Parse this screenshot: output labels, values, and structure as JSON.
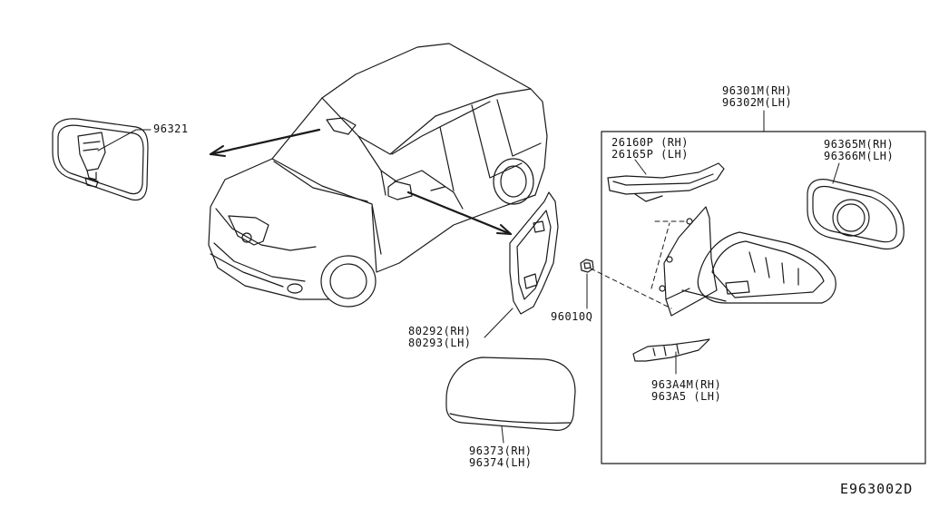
{
  "colors": {
    "line": "#1a1a1a",
    "background": "#ffffff"
  },
  "parts": {
    "rear_view_mirror": {
      "number": "96321"
    },
    "mirror_assembly": {
      "rh": "96301M(RH)",
      "lh": "96302M(LH)"
    },
    "turn_lamp": {
      "rh": "26160P (RH)",
      "lh": "26165P (LH)"
    },
    "mirror_glass": {
      "rh": "96365M(RH)",
      "lh": "96366M(LH)"
    },
    "corner_finisher": {
      "rh": "80292(RH)",
      "lh": "80293(LH)"
    },
    "nut": {
      "number": "96010Q"
    },
    "bracket": {
      "rh": "963A4M(RH)",
      "lh": "963A5 (LH)"
    },
    "mirror_cover": {
      "rh": "96373(RH)",
      "lh": "96374(LH)"
    }
  },
  "reference": "E963002D"
}
